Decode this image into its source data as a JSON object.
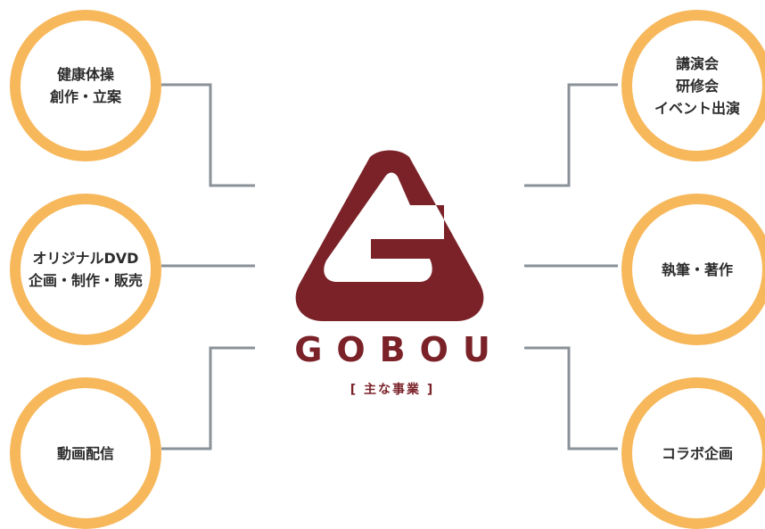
{
  "brand": {
    "name": "GOBOU",
    "subtitle": "[ 主な事業 ]"
  },
  "colors": {
    "brand": "#7a2228",
    "circle_border": "#f7b85c",
    "connector": "#8a9298",
    "text": "#2c2c2c"
  },
  "services": {
    "top_left": {
      "lines": [
        "健康体操",
        "創作・立案"
      ]
    },
    "middle_left": {
      "lines": [
        "オリジナルDVD",
        "企画・制作・販売"
      ]
    },
    "bottom_left": {
      "lines": [
        "動画配信"
      ]
    },
    "top_right": {
      "lines": [
        "講演会",
        "研修会",
        "イベント出演"
      ]
    },
    "middle_right": {
      "lines": [
        "執筆・著作"
      ]
    },
    "bottom_right": {
      "lines": [
        "コラボ企画"
      ]
    }
  }
}
